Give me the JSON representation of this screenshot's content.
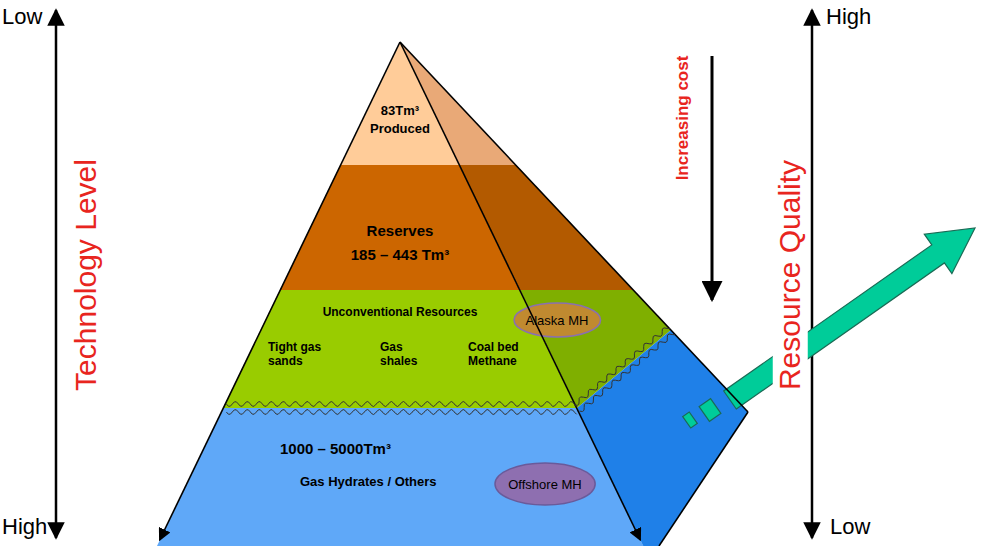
{
  "diagram": {
    "nodes": [
      {
        "text": [
          "83Tm³",
          "Produced"
        ]
      },
      {
        "text": [
          "Reserves",
          "185 – 443 Tm³"
        ]
      },
      {
        "text": [
          "Unconventional Resources",
          "Tight gas sands",
          "Gas shales",
          "Coal bed Methane"
        ]
      },
      {
        "text": [
          "Alaska MH"
        ],
        "in": 2
      },
      {
        "text": [
          "1000 – 5000Tm³",
          "Gas Hydrates / Others"
        ]
      },
      {
        "text": [
          "Offshore MH"
        ],
        "in": 4
      }
    ],
    "labels": [
      "Low",
      "Technology Level",
      "High",
      "Increasing cost",
      "High",
      "Resource Quality",
      "Low"
    ]
  }
}
